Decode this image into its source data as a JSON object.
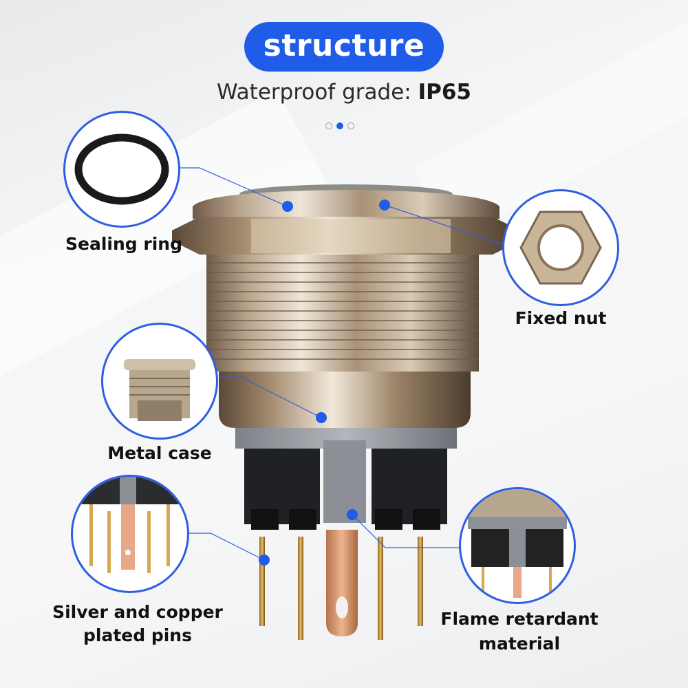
{
  "header": {
    "title": "structure",
    "subtitle_prefix": "Waterproof grade: ",
    "subtitle_value": "IP65",
    "carousel_dots": 3,
    "carousel_active_index": 1
  },
  "callouts": {
    "sealing_ring": "Sealing ring",
    "fixed_nut": "Fixed nut",
    "metal_case": "Metal case",
    "pins_line1": "Silver and copper",
    "pins_line2": "plated pins",
    "flame_line1": "Flame retardant",
    "flame_line2": "material"
  },
  "colors": {
    "accent": "#1f5ce8",
    "circle_border": "#2e5fe0",
    "text": "#111111"
  }
}
